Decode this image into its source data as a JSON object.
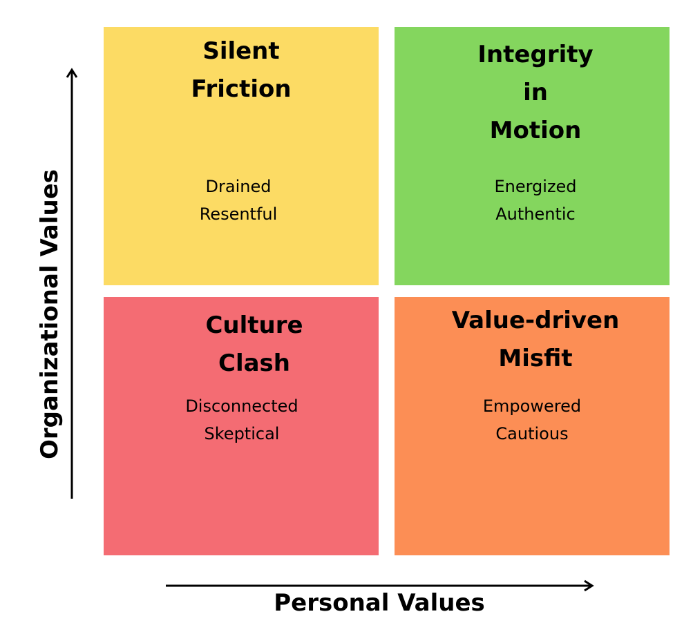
{
  "colors": {
    "top_left": "#FCDB64",
    "top_right": "#84D65E",
    "bottom_left": "#F46C73",
    "bottom_right": "#FC8E55"
  },
  "quadrants": {
    "top_left": {
      "title": "Silent\nFriction",
      "feelings": "Drained\nResentful"
    },
    "top_right": {
      "title": "Integrity\nin\nMotion",
      "feelings": "Energized\nAuthentic"
    },
    "bottom_left": {
      "title": "Culture\nClash",
      "feelings": "Disconnected\nSkeptical"
    },
    "bottom_right": {
      "title": "Value-driven\nMisfit",
      "feelings": "Empowered\nCautious"
    }
  },
  "axes": {
    "y_label": "Organizational Values",
    "x_label": "Personal Values"
  }
}
